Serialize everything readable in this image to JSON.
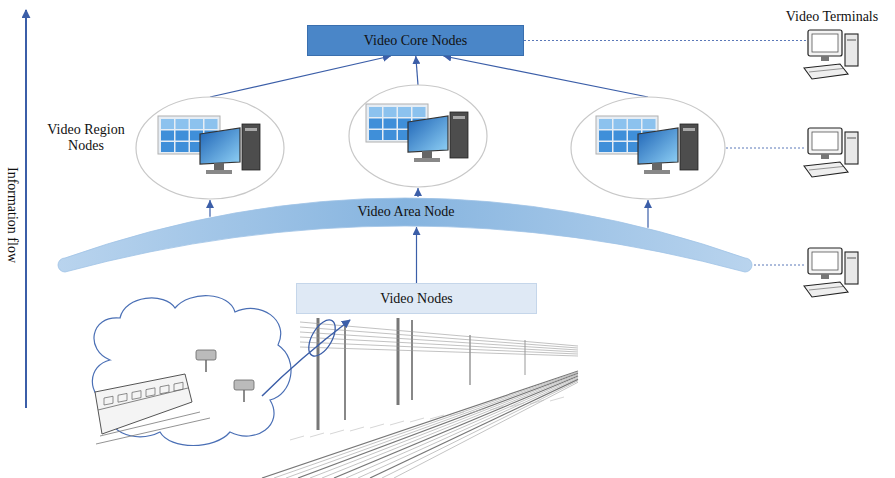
{
  "diagram": {
    "nodes": [
      {
        "text": [
          "Video Core Nodes"
        ]
      },
      {
        "text": [
          "Video Region Nodes"
        ]
      },
      {
        "text": []
      },
      {
        "text": []
      },
      {
        "text": [
          "Video Area Node"
        ]
      },
      {
        "text": [
          "Video Nodes"
        ]
      },
      {
        "text": [
          "Video Terminals"
        ]
      },
      {
        "text": []
      },
      {
        "text": []
      }
    ],
    "edges": [
      {
        "from": 5,
        "to": 4,
        "arrow": "to"
      },
      {
        "from": 4,
        "to": 1,
        "arrow": "to"
      },
      {
        "from": 4,
        "to": 2,
        "arrow": "to"
      },
      {
        "from": 4,
        "to": 3,
        "arrow": "to"
      },
      {
        "from": 1,
        "to": 0,
        "arrow": "to"
      },
      {
        "from": 2,
        "to": 0,
        "arrow": "to"
      },
      {
        "from": 3,
        "to": 0,
        "arrow": "to"
      },
      {
        "from": 0,
        "to": 6,
        "arrow": "none"
      },
      {
        "from": 3,
        "to": 7,
        "arrow": "none"
      },
      {
        "from": 4,
        "to": 8,
        "arrow": "none"
      }
    ],
    "labels": [
      "Information flow"
    ]
  }
}
